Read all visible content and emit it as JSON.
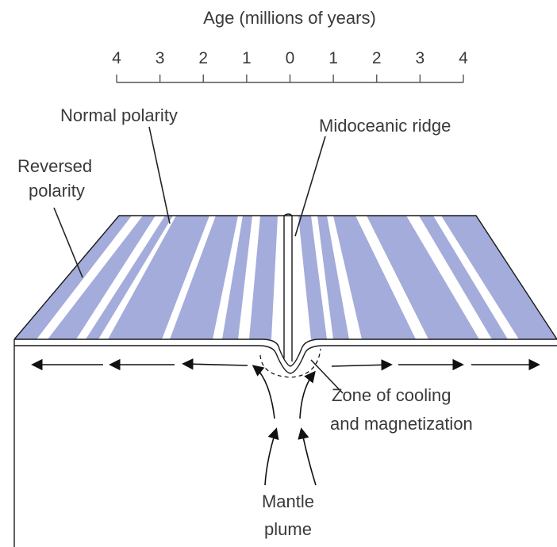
{
  "axis": {
    "title": "Age (millions of years)",
    "ticks": [
      "4",
      "3",
      "2",
      "1",
      "0",
      "1",
      "2",
      "3",
      "4"
    ]
  },
  "labels": {
    "normal_polarity": "Normal polarity",
    "reversed_polarity_line1": "Reversed",
    "reversed_polarity_line2": "polarity",
    "midoceanic_ridge": "Midoceanic ridge",
    "zone_line1": "Zone of cooling",
    "zone_line2": "and magnetization",
    "mantle_line1": "Mantle",
    "mantle_line2": "plume"
  },
  "colors": {
    "stripe": "#a3acda",
    "background": "#ffffff",
    "line": "#1a1a1a",
    "text": "#3a3a3a"
  }
}
